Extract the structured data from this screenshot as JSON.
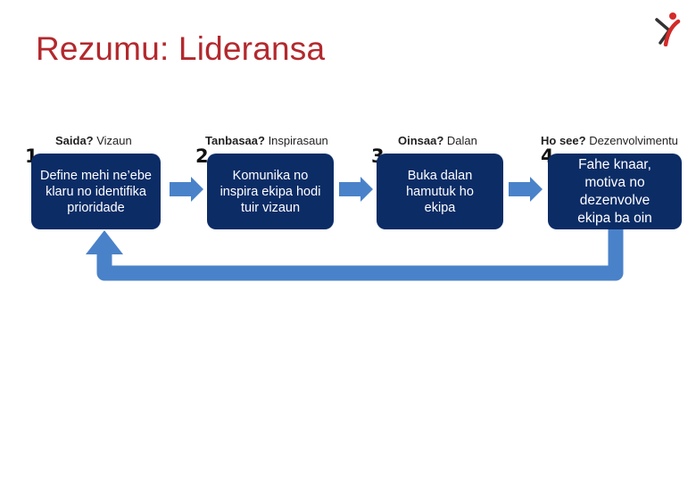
{
  "title": "Rezumu: Lideransa",
  "steps": [
    {
      "number": "1",
      "header_bold": "Saida?",
      "header_rest": " Vizaun",
      "text": "Define mehi ne’ebe klaru no identifika prioridade"
    },
    {
      "number": "2",
      "header_bold": "Tanbasaa?",
      "header_rest": " Inspirasaun",
      "text": "Komunika no inspira ekipa hodi tuir vizaun"
    },
    {
      "number": "3",
      "header_bold": "Oinsaa?",
      "header_rest": " Dalan",
      "text": "Buka dalan hamutuk ho ekipa"
    },
    {
      "number": "4",
      "header_bold": "Ho see?",
      "header_rest": " Dezenvolvimentu",
      "text": "Fahe knaar, motiva no dezenvolve ekipa ba oin"
    }
  ],
  "colors": {
    "title": "#b3282d",
    "box": "#0c2c66",
    "arrow": "#3c73bd",
    "logo_red": "#d42a2a",
    "logo_dark": "#333333"
  },
  "icons": [
    "logo-icon",
    "arrow-right-icon",
    "feedback-loop-arrow-icon"
  ]
}
